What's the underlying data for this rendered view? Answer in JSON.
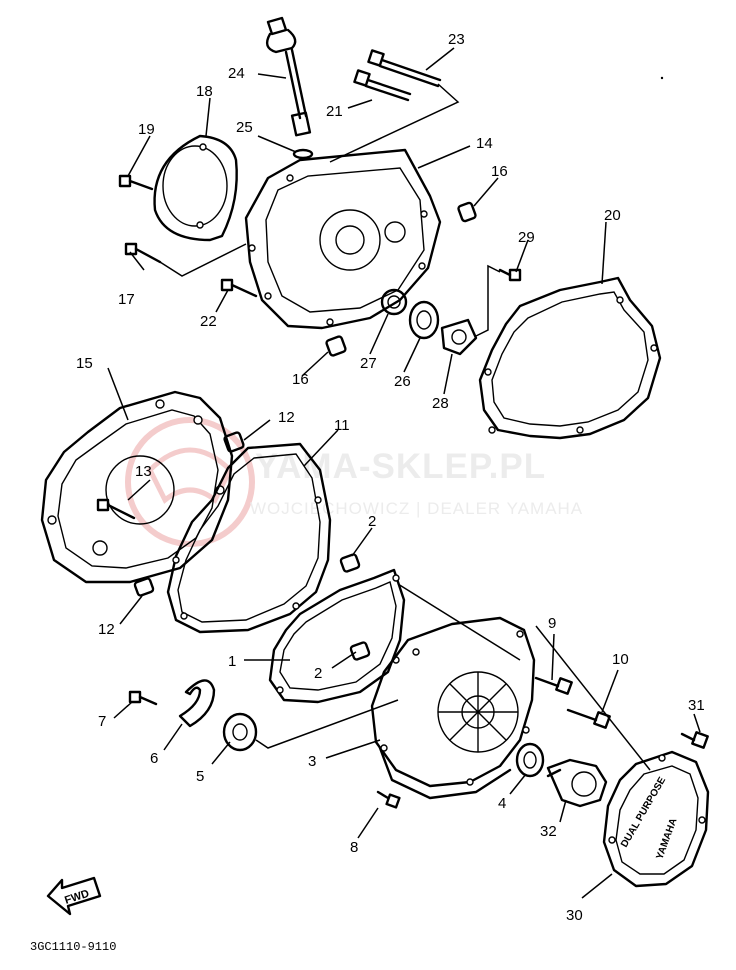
{
  "watermark": {
    "main": "YAMA-SKLEP.PL",
    "sub": "WOJCIECHOWICZ | DEALER YAMAHA"
  },
  "diagram_code": "3GC1110-9110",
  "direction_marker": "FWD",
  "cover_emblem": {
    "left": "DUAL PURPOSE",
    "right": "YAMAHA"
  },
  "parts": [
    {
      "no": "1"
    },
    {
      "no": "2"
    },
    {
      "no": "2"
    },
    {
      "no": "3"
    },
    {
      "no": "4"
    },
    {
      "no": "5"
    },
    {
      "no": "6"
    },
    {
      "no": "7"
    },
    {
      "no": "8"
    },
    {
      "no": "9"
    },
    {
      "no": "10"
    },
    {
      "no": "11"
    },
    {
      "no": "12"
    },
    {
      "no": "12"
    },
    {
      "no": "13"
    },
    {
      "no": "14"
    },
    {
      "no": "15"
    },
    {
      "no": "16"
    },
    {
      "no": "16"
    },
    {
      "no": "17"
    },
    {
      "no": "18"
    },
    {
      "no": "19"
    },
    {
      "no": "20"
    },
    {
      "no": "21"
    },
    {
      "no": "22"
    },
    {
      "no": "23"
    },
    {
      "no": "24"
    },
    {
      "no": "25"
    },
    {
      "no": "26"
    },
    {
      "no": "27"
    },
    {
      "no": "28"
    },
    {
      "no": "29"
    },
    {
      "no": "30"
    },
    {
      "no": "31"
    },
    {
      "no": "32"
    }
  ]
}
